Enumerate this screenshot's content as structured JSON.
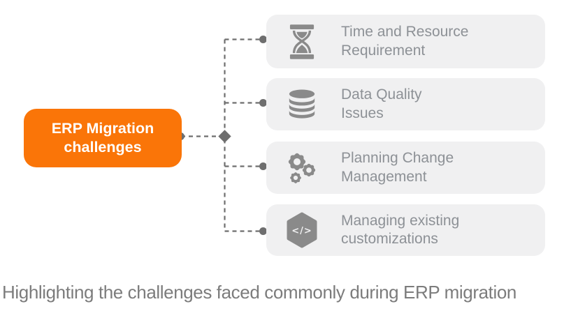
{
  "diagram": {
    "root": {
      "label": "ERP Migration\nchallenges"
    },
    "cards": [
      {
        "icon": "hourglass-icon",
        "label": "Time and Resource\nRequirement"
      },
      {
        "icon": "database-icon",
        "label": "Data Quality\n Issues"
      },
      {
        "icon": "gears-icon",
        "label": "Planning Change\nManagement"
      },
      {
        "icon": "code-hexagon-icon",
        "label": "Managing existing\ncustomizations",
        "icon_glyph": "</>"
      }
    ]
  },
  "caption": "Highlighting the challenges faced commonly during ERP migration",
  "colors": {
    "accent_orange": "#FA7508",
    "card_background": "#F0F0F1",
    "icon_gray": "#8A8A8A",
    "card_text_gray": "#8D9196",
    "connector_gray": "#6E6E6E",
    "caption_gray": "#7C7C7C",
    "root_text_white": "#FFFFFF"
  }
}
